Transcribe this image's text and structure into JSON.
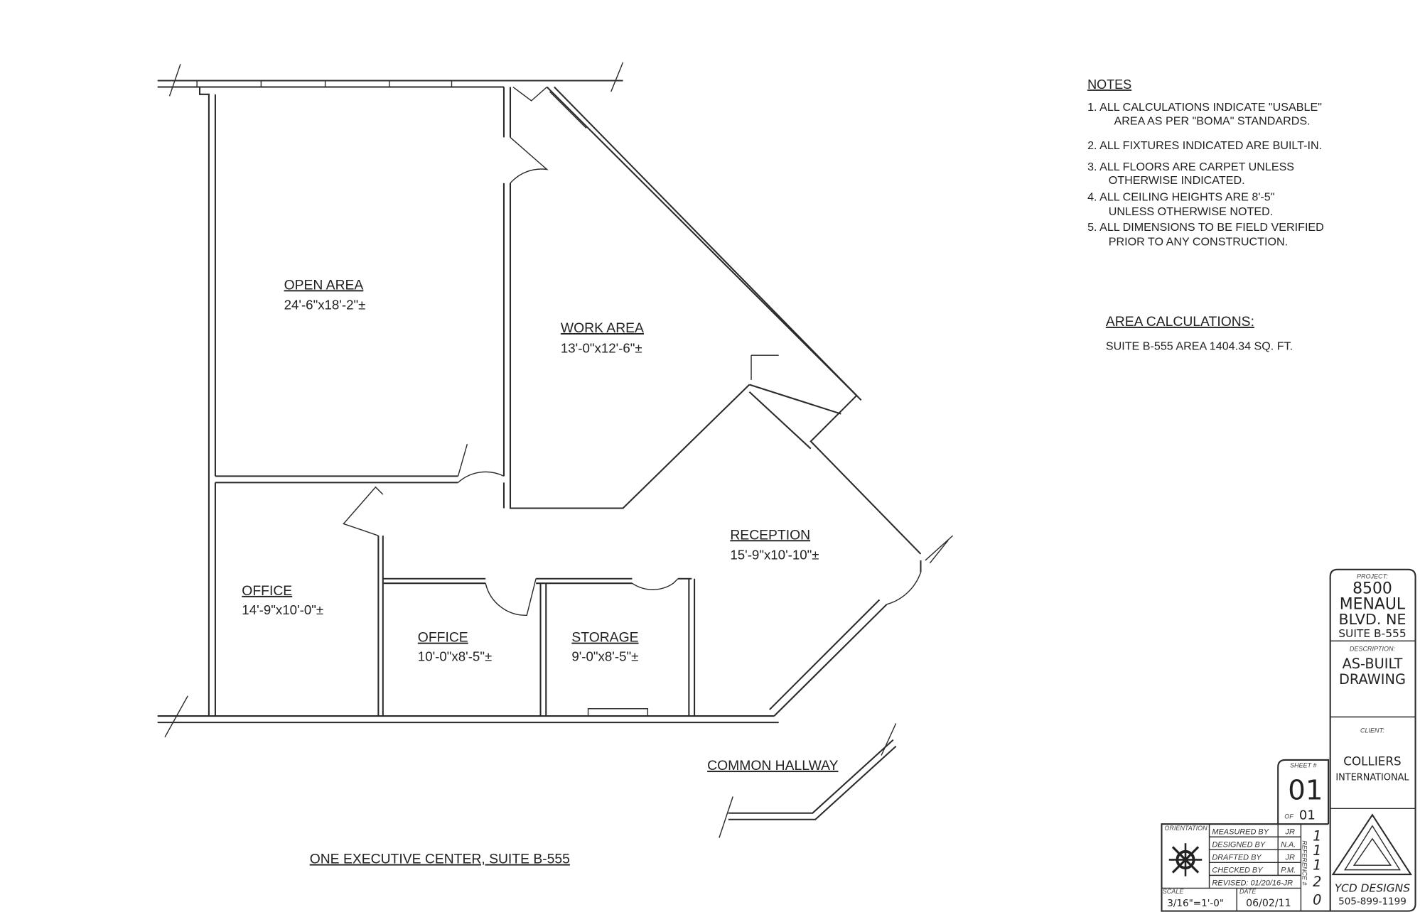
{
  "rooms": {
    "open_area": {
      "name": "OPEN AREA",
      "dims": "24'-6\"x18'-2\"±"
    },
    "work_area": {
      "name": "WORK AREA",
      "dims": "13'-0\"x12'-6\"±"
    },
    "reception": {
      "name": "RECEPTION",
      "dims": "15'-9\"x10'-10\"±"
    },
    "office_1": {
      "name": "OFFICE",
      "dims": "14'-9\"x10'-0\"±"
    },
    "office_2": {
      "name": "OFFICE",
      "dims": "10'-0\"x8'-5\"±"
    },
    "storage": {
      "name": "STORAGE",
      "dims": "9'-0\"x8'-5\"±"
    }
  },
  "common_hallway": "COMMON HALLWAY",
  "drawing_title": "ONE EXECUTIVE CENTER, SUITE B-555",
  "notes": {
    "heading": "NOTES",
    "lines": [
      "1.  ALL CALCULATIONS INDICATE \"USABLE\"",
      "AREA AS PER \"BOMA\" STANDARDS.",
      "2.  ALL FIXTURES INDICATED ARE BUILT-IN.",
      "3.  ALL FLOORS ARE CARPET UNLESS",
      "OTHERWISE INDICATED.",
      "4.  ALL CEILING HEIGHTS ARE 8'-5\"",
      "UNLESS OTHERWISE NOTED.",
      "5.  ALL DIMENSIONS TO BE FIELD VERIFIED",
      "PRIOR TO ANY CONSTRUCTION."
    ]
  },
  "area_calculations": {
    "heading": "AREA CALCULATIONS:",
    "line": "SUITE B-555 AREA   1404.34 SQ. FT."
  },
  "title_block": {
    "project_label": "PROJECT:",
    "project": [
      "8500",
      "MENAUL",
      "BLVD. NE",
      "SUITE B-555"
    ],
    "description_label": "DESCRIPTION:",
    "description": [
      "AS-BUILT",
      "DRAWING"
    ],
    "client_label": "CLIENT:",
    "client": [
      "COLLIERS",
      "INTERNATIONAL"
    ],
    "sheet_label": "SHEET #",
    "sheet": "01",
    "of_label": "OF",
    "of": "01",
    "orientation_label": "ORIENTATION",
    "rows": [
      {
        "label": "MEASURED BY",
        "value": "JR"
      },
      {
        "label": "DESIGNED BY",
        "value": "N.A."
      },
      {
        "label": "DRAFTED BY",
        "value": "JR"
      },
      {
        "label": "CHECKED BY",
        "value": "P.M."
      }
    ],
    "revised": "REVISED: 01/20/16-JR",
    "reference_label": "REFERENCE #",
    "reference": [
      "1",
      "1",
      "1",
      "2",
      "0"
    ],
    "scale_label": "SCALE",
    "scale": "3/16\"=1'-0\"",
    "date_label": "DATE",
    "date": "06/02/11",
    "firm": "YCD DESIGNS",
    "phone": "505-899-1199"
  }
}
